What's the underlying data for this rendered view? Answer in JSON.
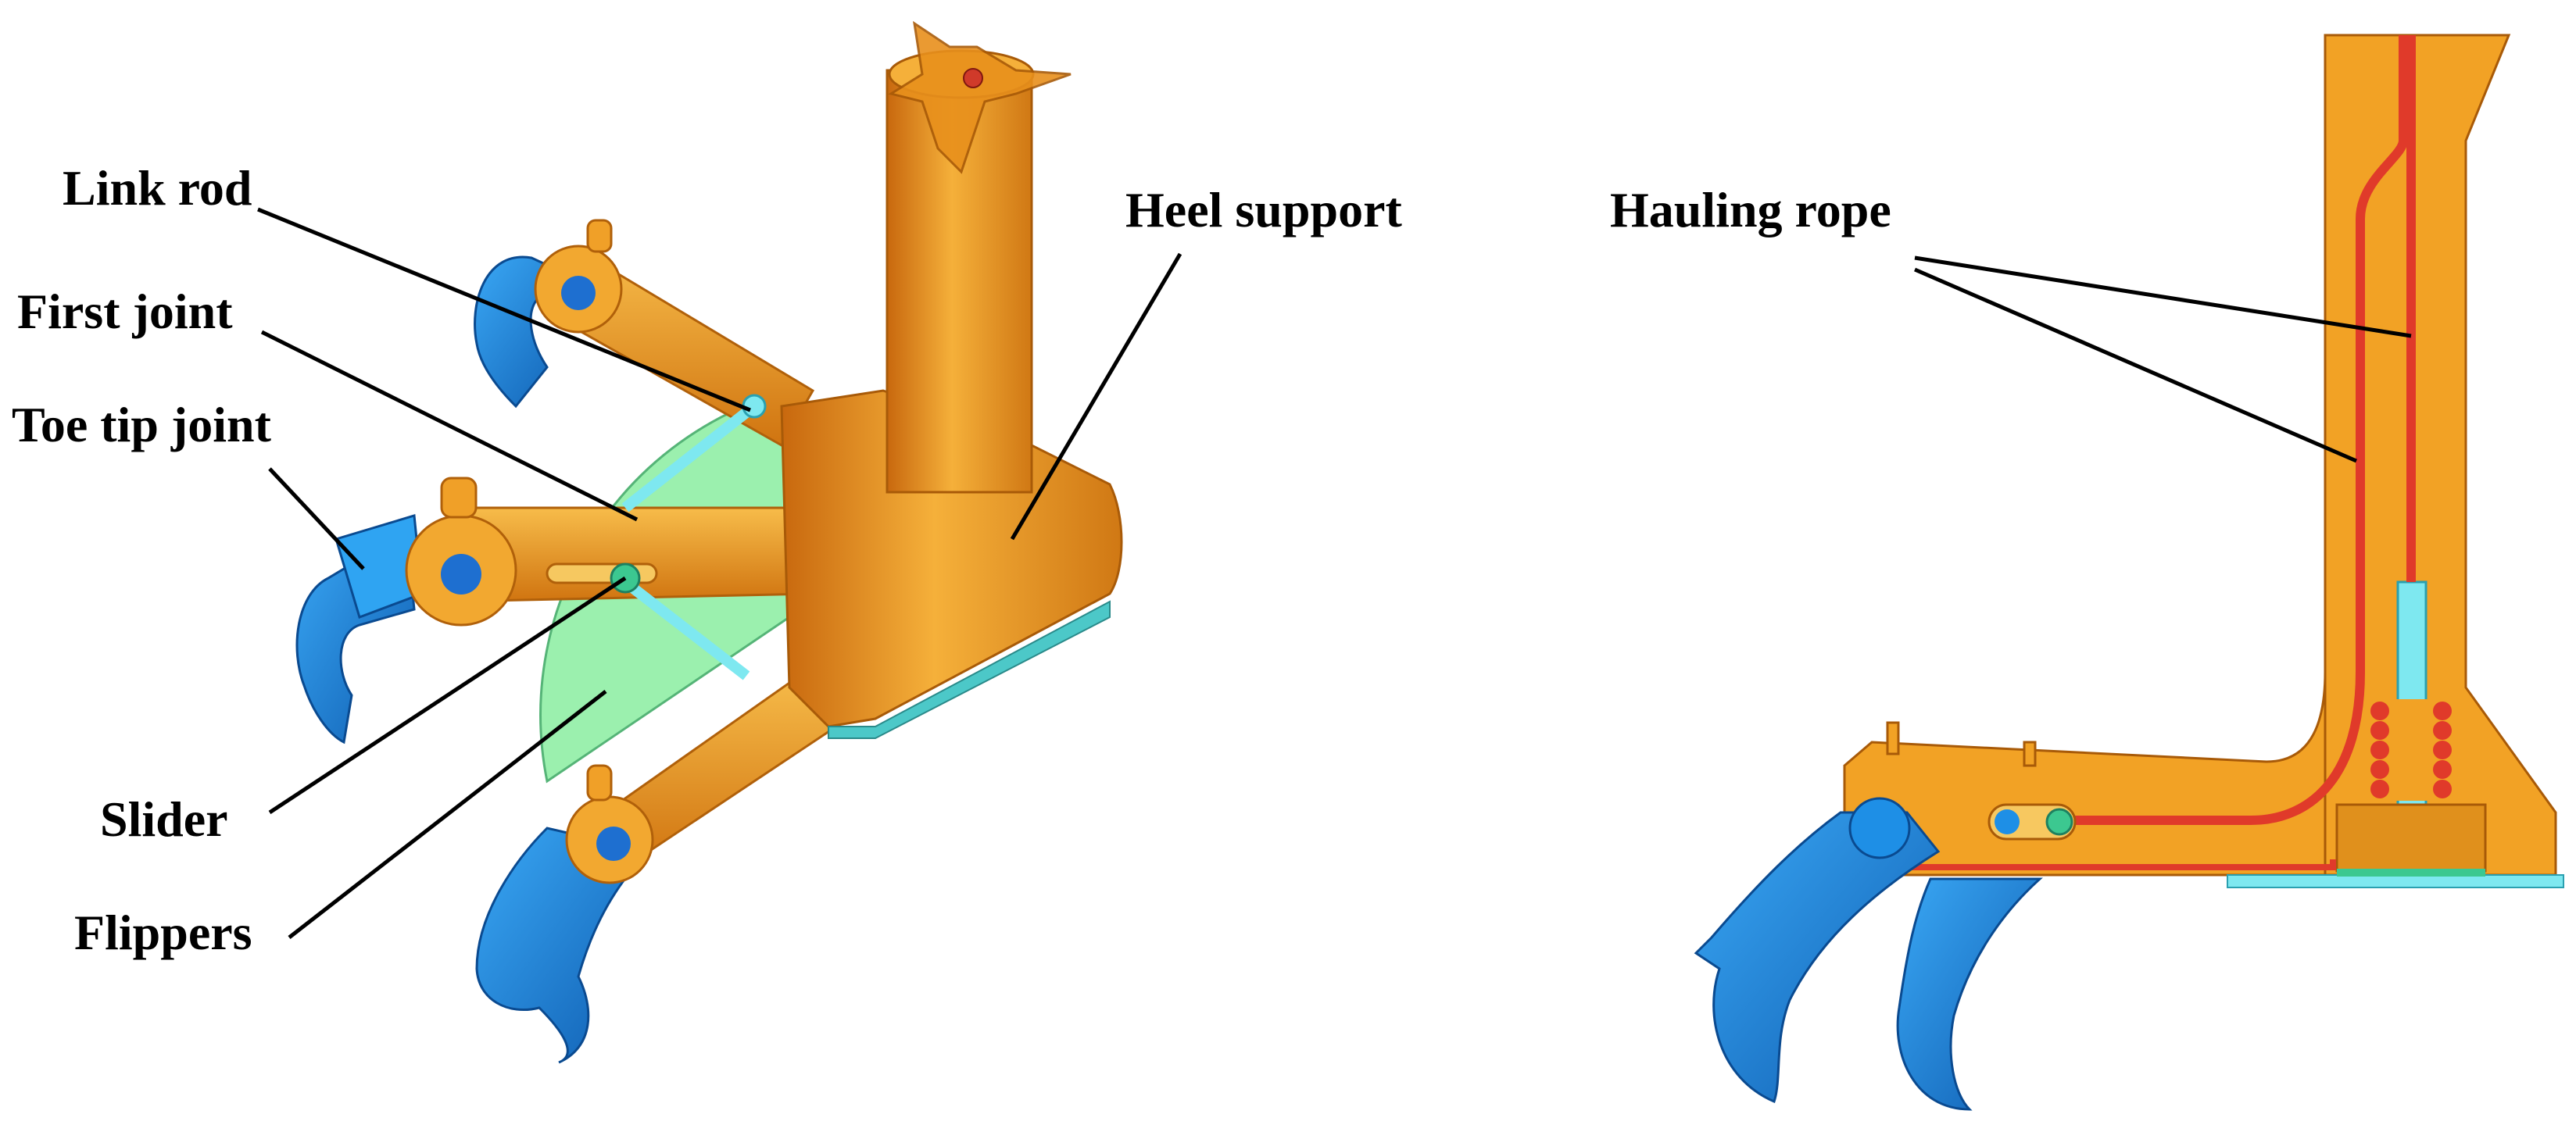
{
  "labels": {
    "link_rod": "Link rod",
    "first_joint": "First joint",
    "toe_tip_joint": "Toe tip joint",
    "slider": "Slider",
    "flippers": "Flippers",
    "heel_support": "Heel support",
    "hauling_rope": "Hauling rope"
  },
  "colors": {
    "orange": "#F0A028",
    "orange_dark": "#C86A10",
    "blue": "#1E8FE6",
    "blue_dark": "#1060B0",
    "cyan": "#7EE8F0",
    "green": "#96F0AA",
    "red": "#E03A2A"
  }
}
